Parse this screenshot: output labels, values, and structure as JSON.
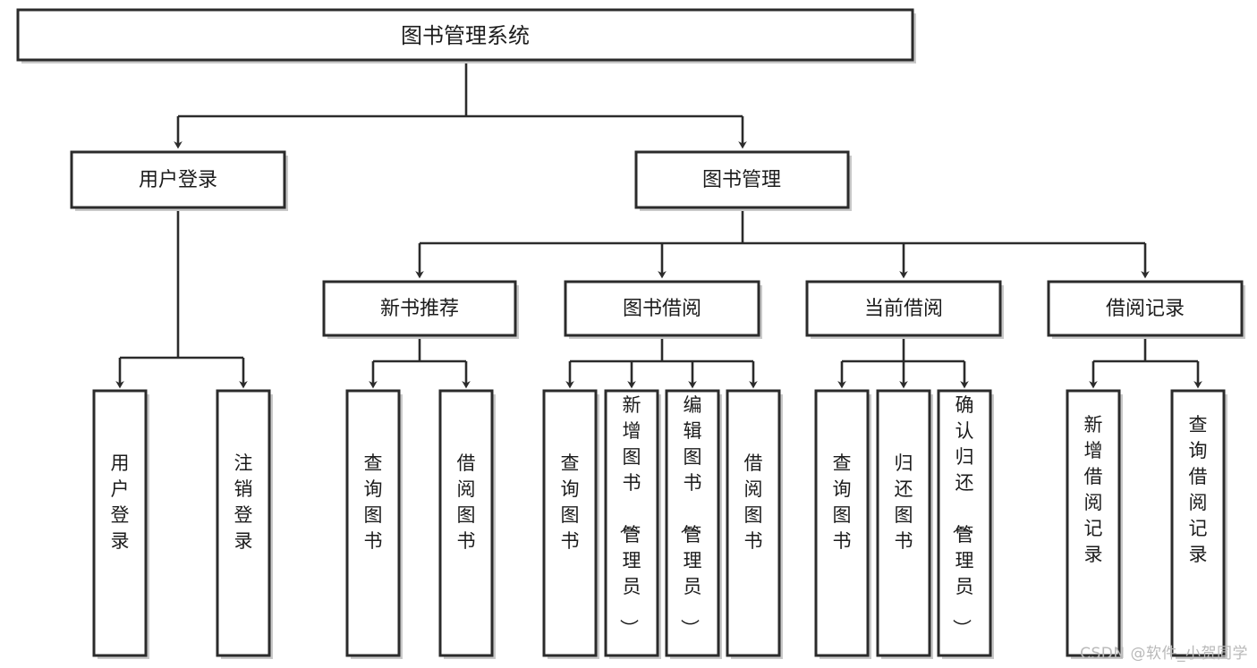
{
  "diagram": {
    "type": "tree",
    "title": "图书管理系统",
    "watermark": "CSDN @软件_小贺同学",
    "colors": {
      "box_stroke": "#2b2b2b",
      "box_fill": "#ffffff",
      "text": "#1c1c1c",
      "shadow": "#c9c9c9",
      "watermark": "#b9b9b9"
    },
    "levels": {
      "root": "图书管理系统",
      "level2": [
        "用户登录",
        "图书管理"
      ],
      "level3": [
        "新书推荐",
        "图书借阅",
        "当前借阅",
        "借阅记录"
      ]
    },
    "nodes": {
      "root": {
        "label": "图书管理系统"
      },
      "user_login": {
        "label": "用户登录"
      },
      "book_manage": {
        "label": "图书管理"
      },
      "new_book_rec": {
        "label": "新书推荐"
      },
      "book_borrow": {
        "label": "图书借阅"
      },
      "current_borrow": {
        "label": "当前借阅"
      },
      "borrow_record": {
        "label": "借阅记录"
      }
    },
    "leaves": {
      "user_login": [
        {
          "label": "用户登录"
        },
        {
          "label": "注销登录"
        }
      ],
      "new_book_rec": [
        {
          "label": "查询图书"
        },
        {
          "label": "借阅图书"
        }
      ],
      "book_borrow": [
        {
          "label": "查询图书"
        },
        {
          "label": "新增图书（管理员）"
        },
        {
          "label": "编辑图书（管理员）"
        },
        {
          "label": "借阅图书"
        }
      ],
      "current_borrow": [
        {
          "label": "查询图书"
        },
        {
          "label": "归还图书"
        },
        {
          "label": "确认归还（管理员）"
        }
      ],
      "borrow_record": [
        {
          "label": "新增借阅记录"
        },
        {
          "label": "查询借阅记录"
        }
      ]
    },
    "edges": [
      {
        "from": "图书管理系统",
        "to": "用户登录"
      },
      {
        "from": "图书管理系统",
        "to": "图书管理"
      },
      {
        "from": "图书管理",
        "to": "新书推荐"
      },
      {
        "from": "图书管理",
        "to": "图书借阅"
      },
      {
        "from": "图书管理",
        "to": "当前借阅"
      },
      {
        "from": "图书管理",
        "to": "借阅记录"
      },
      {
        "from": "用户登录",
        "to": "用户登录"
      },
      {
        "from": "用户登录",
        "to": "注销登录"
      },
      {
        "from": "新书推荐",
        "to": "查询图书"
      },
      {
        "from": "新书推荐",
        "to": "借阅图书"
      },
      {
        "from": "图书借阅",
        "to": "查询图书"
      },
      {
        "from": "图书借阅",
        "to": "新增图书（管理员）"
      },
      {
        "from": "图书借阅",
        "to": "编辑图书（管理员）"
      },
      {
        "from": "图书借阅",
        "to": "借阅图书"
      },
      {
        "from": "当前借阅",
        "to": "查询图书"
      },
      {
        "from": "当前借阅",
        "to": "归还图书"
      },
      {
        "from": "当前借阅",
        "to": "确认归还（管理员）"
      },
      {
        "from": "借阅记录",
        "to": "新增借阅记录"
      },
      {
        "from": "借阅记录",
        "to": "查询借阅记录"
      }
    ]
  }
}
